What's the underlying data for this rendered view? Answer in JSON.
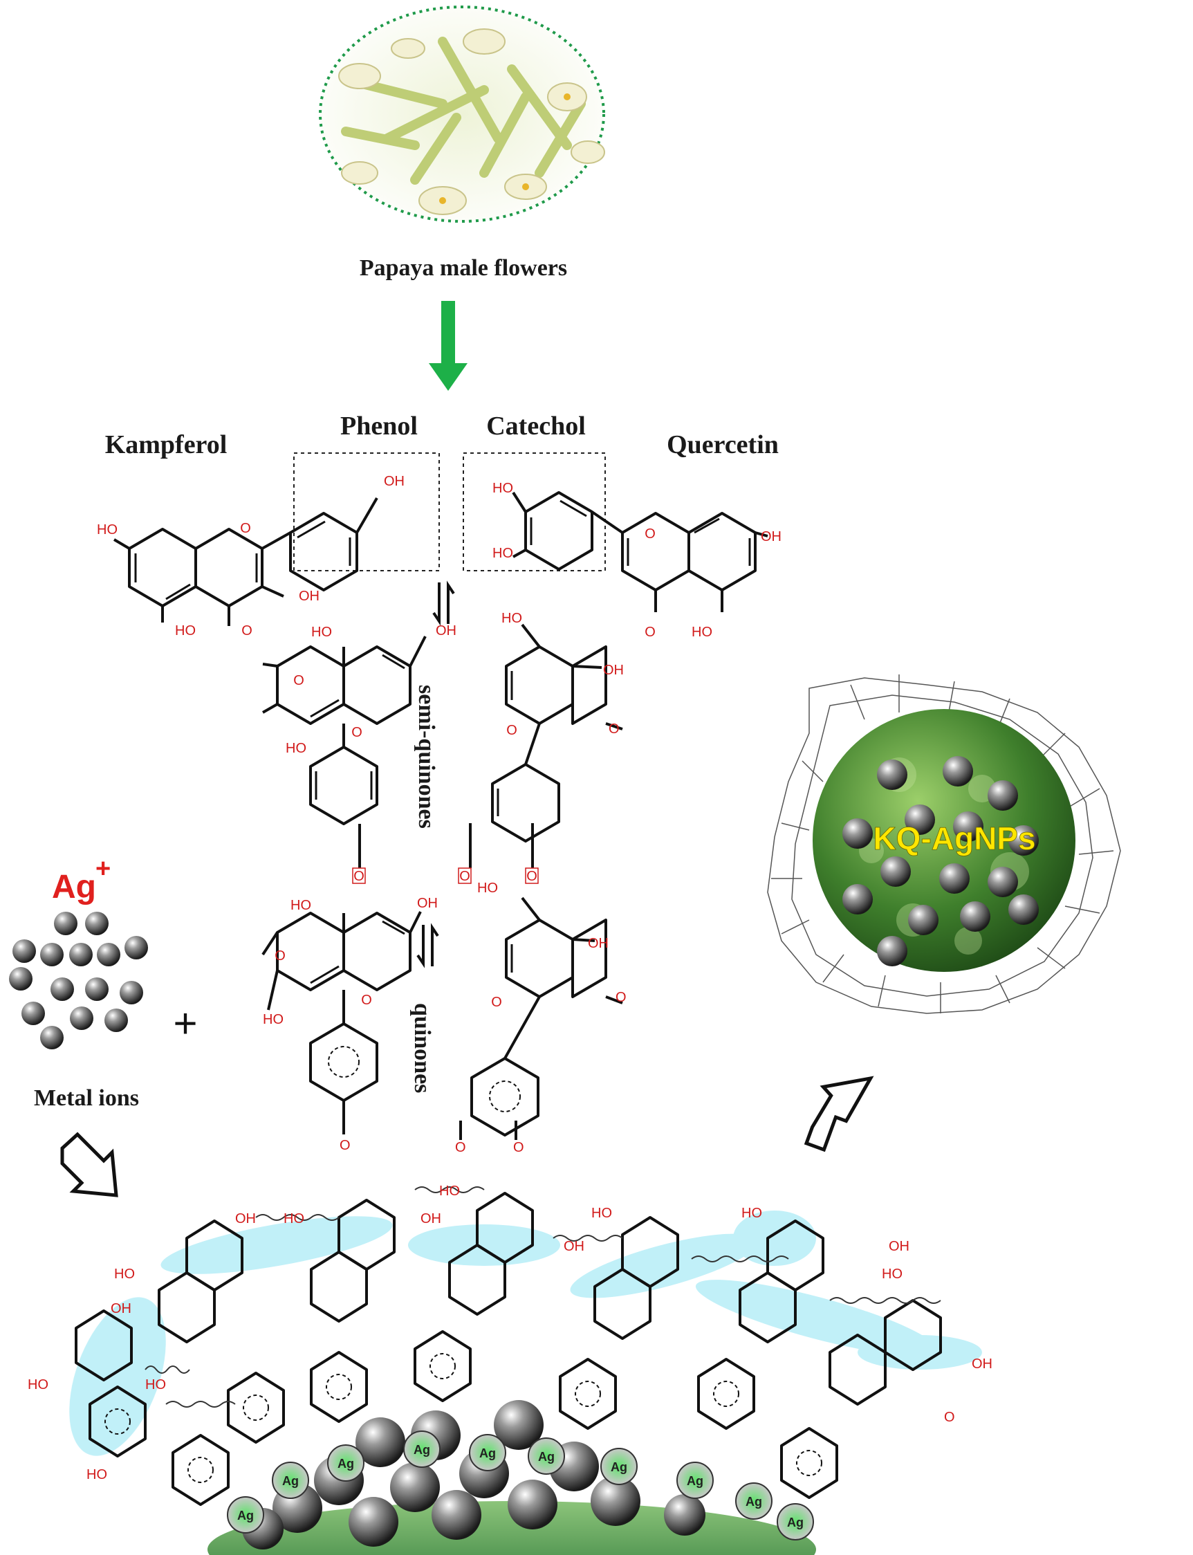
{
  "labels": {
    "papaya": "Papaya male flowers",
    "kampferol": "Kampferol",
    "phenol": "Phenol",
    "catechol": "Catechol",
    "quercetin": "Quercetin",
    "semi_quinones": "semi-quinones",
    "quinones": "quinones",
    "ag_ion": "Ag",
    "ag_charge": "+",
    "plus": "+",
    "metal_ions": "Metal ions",
    "np_label": "KQ-AgNPs",
    "ag_symbol": "Ag"
  },
  "chem_groups": {
    "oh": "OH",
    "ho": "HO",
    "o": "O"
  },
  "colors": {
    "arrow_green": "#1db048",
    "chem_red": "#d11a1a",
    "np_label_yellow": "#ffe600",
    "flower_border": "#1f9a4a",
    "ag_red": "#e0201e",
    "glow_cyan": "#8fe3f2"
  },
  "icons": {
    "reaction_arrow": "green-down-arrow",
    "process_arrow": "outline-arrow",
    "equilibrium": "equilibrium-harpoon"
  }
}
